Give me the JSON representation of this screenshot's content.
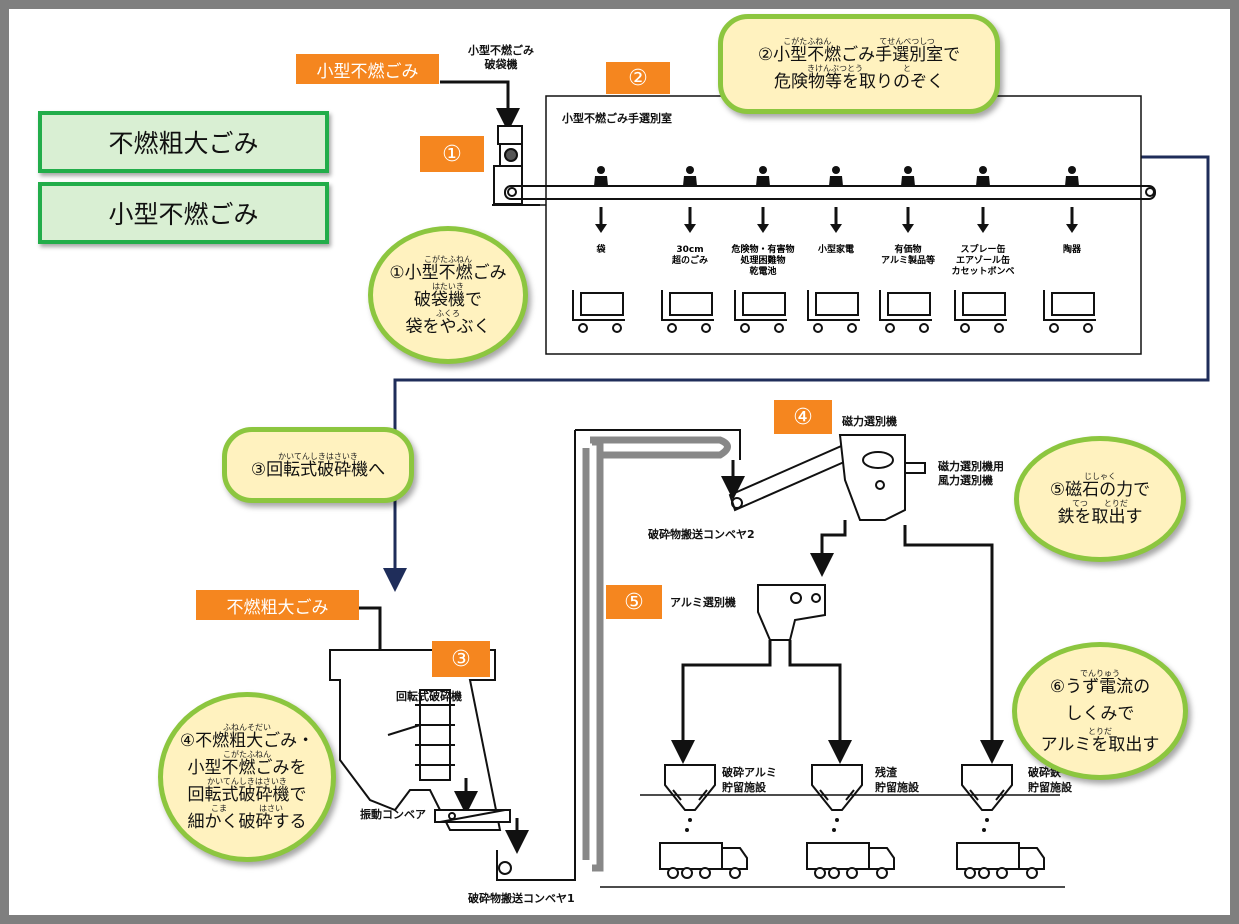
{
  "categories": {
    "bulky": "不燃粗大ごみ",
    "small": "小型不燃ごみ"
  },
  "input_labels": {
    "small_waste": "小型不燃ごみ",
    "bulky_waste": "不燃粗大ごみ"
  },
  "step_markers": {
    "one": "①",
    "two": "②",
    "three": "③",
    "four": "④",
    "five": "⑤"
  },
  "machine_labels": {
    "bag_breaker": [
      "小型不燃ごみ",
      "破袋機"
    ],
    "sorting_room": "小型不燃ごみ手選別室",
    "magnetic_separator": "磁力選別機",
    "magnetic_wind_separator": [
      "磁力選別機用",
      "風力選別機"
    ],
    "crushed_conveyor_2": "破砕物搬送コンベヤ2",
    "crushed_conveyor_1": "破砕物搬送コンベヤ1",
    "aluminum_separator": "アルミ選別機",
    "rotary_crusher": "回転式破砕機",
    "vibrating_conveyor": "振動コンベア",
    "aluminum_storage": [
      "破砕アルミ",
      "貯留施設"
    ],
    "residue_storage": [
      "残渣",
      "貯留施設"
    ],
    "iron_storage": [
      "破砕鉄",
      "貯留施設"
    ]
  },
  "sort_items": [
    [
      "袋"
    ],
    [
      "30cm",
      "超のごみ"
    ],
    [
      "危険物・有害物",
      "処理困難物",
      "乾電池"
    ],
    [
      "小型家電"
    ],
    [
      "有価物",
      "アルミ製品等"
    ],
    [
      "スプレー缶",
      "エアゾール缶",
      "カセットボンベ"
    ],
    [
      "陶器"
    ]
  ],
  "bubbles": {
    "b1": {
      "ruby1": "こがたふねん",
      "line1": "①小型不燃ごみ",
      "ruby2": "はたいき",
      "line2": "破袋機で",
      "ruby3": "ふくろ",
      "line3": "袋をやぶく"
    },
    "b2": {
      "ruby1": "こがたふねん　　　　　　てせんべつしつ",
      "line1": "②小型不燃ごみ手選別室で",
      "ruby2": "きけんぶつとう　　　　　と",
      "line2": "危険物等を取りのぞく"
    },
    "b3": {
      "ruby1": "かいてんしきはさいき",
      "line1": "③回転式破砕機へ"
    },
    "b4": {
      "ruby1": "ふねんそだい",
      "line1": "④不燃粗大ごみ・",
      "ruby2": "こがたふねん",
      "line2": "小型不燃ごみを",
      "ruby3": "かいてんしきはさいき",
      "line3": "回転式破砕機で",
      "ruby4": "こま　　　　はさい",
      "line4": "細かく破砕する"
    },
    "b5": {
      "ruby1": "じしゃく",
      "line1": "⑤磁石の力で",
      "ruby2": "てつ　　とりだ",
      "line2": "鉄を取出す"
    },
    "b6": {
      "ruby1": "でんりゅう",
      "line1": "⑥うず電流の",
      "line2": "しくみで",
      "ruby3": "とりだ",
      "line3": "アルミを取出す"
    }
  },
  "colors": {
    "orange": "#f5861f",
    "green_border": "#22ad4a",
    "green_fill": "#d9efd3",
    "bubble_fill": "#fff2bf",
    "bubble_border": "#8cc63f",
    "flow_line": "#1f2d5a"
  }
}
